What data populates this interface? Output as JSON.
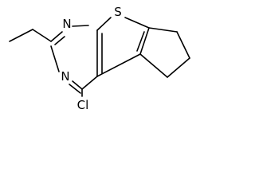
{
  "molecule": {
    "atoms": {
      "n1": "N",
      "n3": "N",
      "s": "S",
      "cl": "Cl"
    }
  }
}
